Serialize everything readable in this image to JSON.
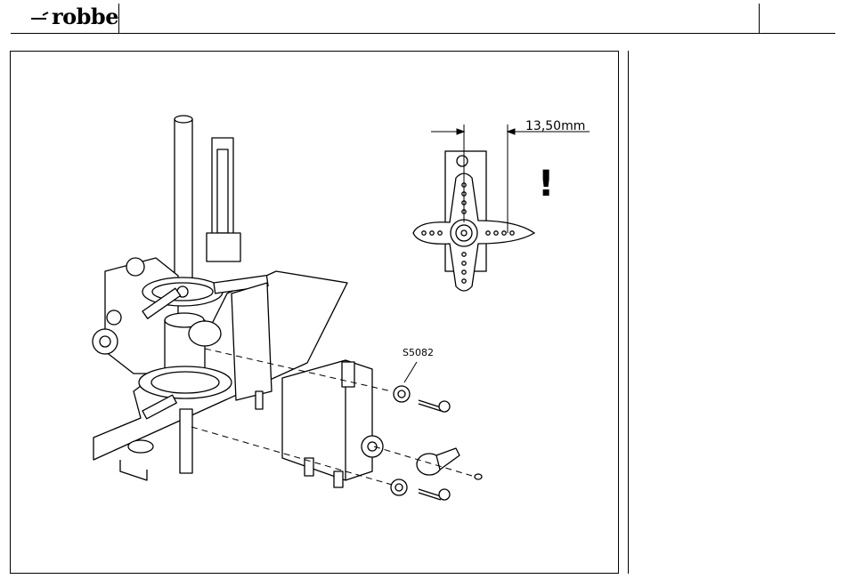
{
  "header": {
    "brand": "robbe"
  },
  "figure": {
    "dimension_label": "13,50mm",
    "part_label": "S5082",
    "warning_symbol": "!"
  }
}
